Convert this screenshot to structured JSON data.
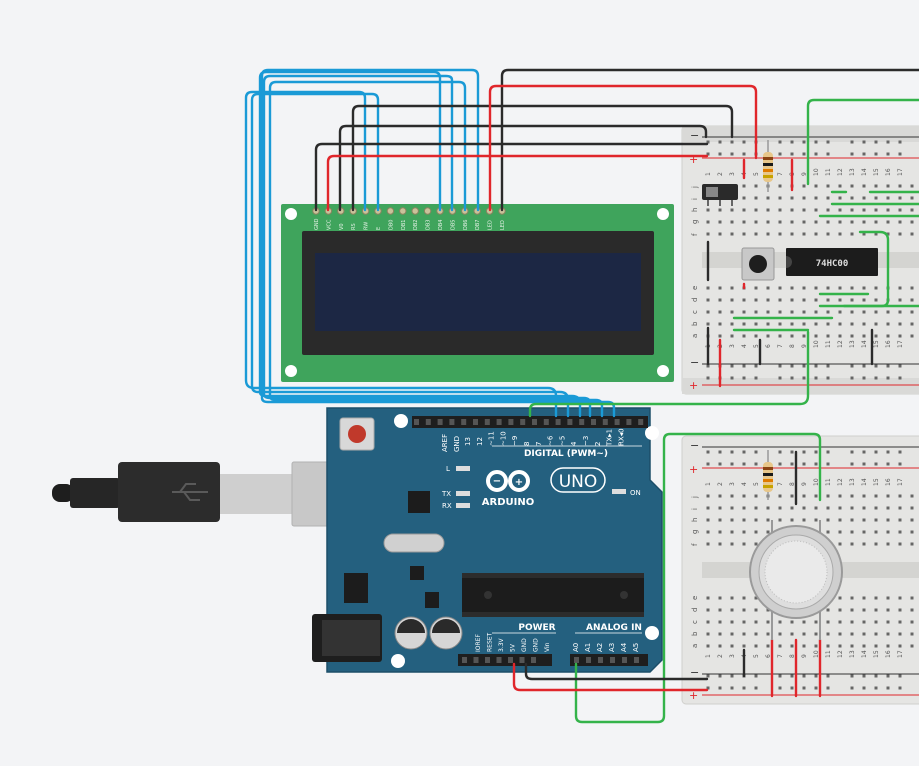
{
  "lcd": {
    "pin_labels": [
      "GND",
      "VCC",
      "V0",
      "RS",
      "RW",
      "E",
      "DB0",
      "DB1",
      "DB2",
      "DB3",
      "DB4",
      "DB5",
      "DB6",
      "DB7",
      "LED",
      "LED"
    ]
  },
  "arduino": {
    "brand": "ARDUINO",
    "model": "UNO",
    "aref_label": "AREF",
    "gnd_label": "GND",
    "digital_pins": [
      "13",
      "12",
      "~11",
      "~10",
      "~9",
      "8",
      "7",
      "~6",
      "~5",
      "4",
      "~3",
      "2",
      "TX▸1",
      "RX◂0"
    ],
    "digital_caption": "DIGITAL (PWM~)",
    "led_l": "L",
    "led_tx": "TX",
    "led_rx": "RX",
    "led_on": "ON",
    "power_caption": "POWER",
    "power_pins": [
      "IOREF",
      "RESET",
      "3.3V",
      "5V",
      "GND",
      "GND",
      "Vin"
    ],
    "analog_caption": "ANALOG IN",
    "analog_pins": [
      "A0",
      "A1",
      "A2",
      "A3",
      "A4",
      "A5"
    ]
  },
  "ic": {
    "label": "74HC00"
  },
  "breadboard": {
    "rail_minus": "−",
    "rail_plus": "+",
    "row_letters_top": [
      "j",
      "i",
      "h",
      "g",
      "f"
    ],
    "row_letters_bottom": [
      "e",
      "d",
      "c",
      "b",
      "a"
    ],
    "column_numbers": [
      "1",
      "2",
      "3",
      "4",
      "5",
      "6",
      "7",
      "8",
      "9",
      "10",
      "11",
      "12",
      "13",
      "14",
      "15",
      "16",
      "17"
    ]
  },
  "colors": {
    "wire_blue": "#1a9ad6",
    "wire_red": "#e0262b",
    "wire_black": "#2b2b2b",
    "wire_green": "#34b34a",
    "board_teal": "#24607f",
    "lcd_green": "#3fa45c",
    "lcd_screen": "#1c2744"
  }
}
